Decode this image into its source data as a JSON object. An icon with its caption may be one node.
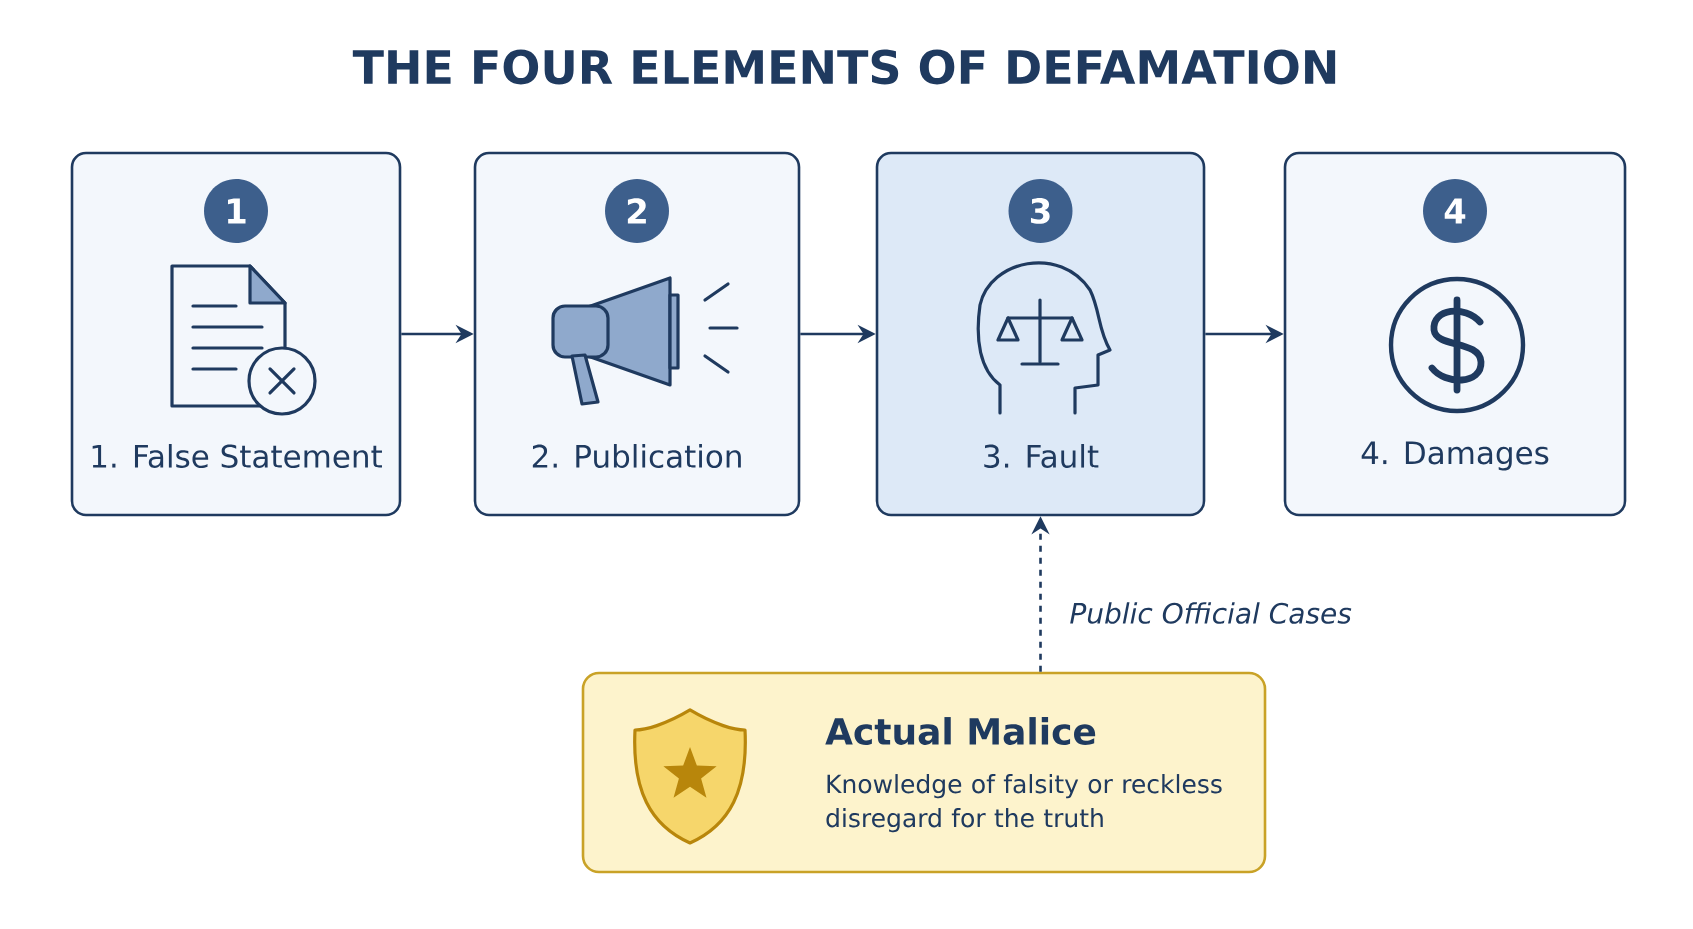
{
  "diagram": {
    "title": "THE FOUR ELEMENTS OF DEFAMATION",
    "nodes": [
      {
        "text": [
          "1",
          "1. False Statement"
        ]
      },
      {
        "text": [
          "2",
          "2. Publication"
        ]
      },
      {
        "text": [
          "3",
          "3. Fault"
        ]
      },
      {
        "text": [
          "4",
          "4. Damages"
        ]
      },
      {
        "text": [
          "Actual Malice",
          "Knowledge of falsity or reckless disregard for the truth"
        ]
      }
    ],
    "edges": [
      {
        "from": 0,
        "to": 1,
        "arrow": "to"
      },
      {
        "from": 1,
        "to": 2,
        "arrow": "to"
      },
      {
        "from": 2,
        "to": 3,
        "arrow": "to"
      },
      {
        "from": 4,
        "to": 2,
        "arrow": "to",
        "style": "dashed",
        "label": "Public Official Cases"
      }
    ]
  }
}
